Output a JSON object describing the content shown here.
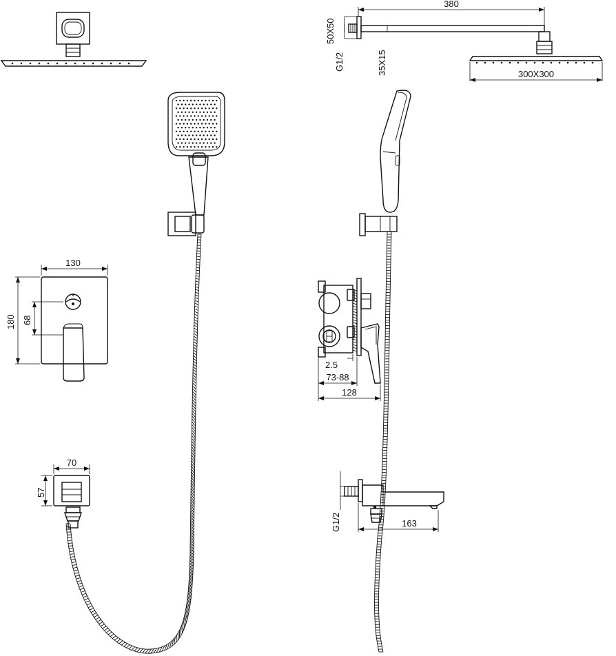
{
  "dimensions": {
    "arm_length": "380",
    "flange_size": "50X50",
    "thread_top": "G1/2",
    "arm_section": "35X15",
    "head_size": "300X300",
    "plate_width": "130",
    "plate_height": "180",
    "handle_offset": "68",
    "box_gap": "2.5",
    "box_depth_range": "73-88",
    "box_total_depth": "128",
    "elbow_width": "70",
    "elbow_height": "57",
    "thread_spout": "G1/2",
    "spout_length": "163"
  },
  "colors": {
    "line": "#111111",
    "background": "#ffffff"
  }
}
